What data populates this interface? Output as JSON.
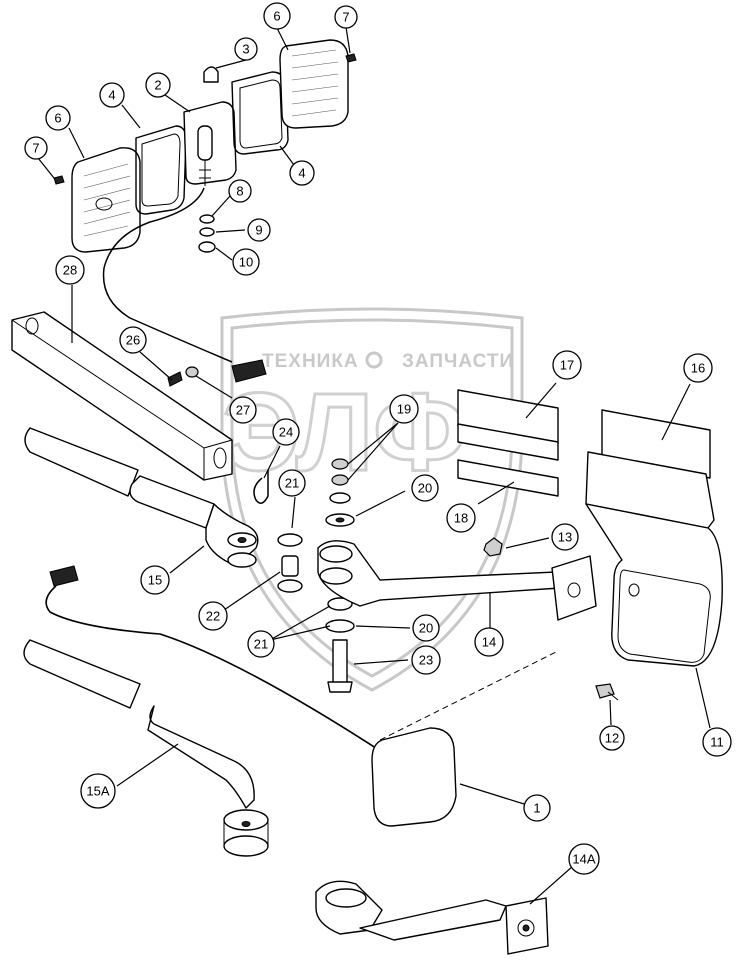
{
  "watermark": {
    "left_word": "ТЕХНИКА",
    "right_word": "ЗАПЧАСТИ"
  },
  "callouts": [
    {
      "id": "c6a",
      "label": "6"
    },
    {
      "id": "c7a",
      "label": "7"
    },
    {
      "id": "c3",
      "label": "3"
    },
    {
      "id": "c2",
      "label": "2"
    },
    {
      "id": "c4a",
      "label": "4"
    },
    {
      "id": "c6b",
      "label": "6"
    },
    {
      "id": "c7b",
      "label": "7"
    },
    {
      "id": "c4b",
      "label": "4"
    },
    {
      "id": "c8",
      "label": "8"
    },
    {
      "id": "c9",
      "label": "9"
    },
    {
      "id": "c10",
      "label": "10"
    },
    {
      "id": "c28",
      "label": "28"
    },
    {
      "id": "c26",
      "label": "26"
    },
    {
      "id": "c27",
      "label": "27"
    },
    {
      "id": "c24",
      "label": "24"
    },
    {
      "id": "c19",
      "label": "19"
    },
    {
      "id": "c17",
      "label": "17"
    },
    {
      "id": "c16",
      "label": "16"
    },
    {
      "id": "c21a",
      "label": "21"
    },
    {
      "id": "c20a",
      "label": "20"
    },
    {
      "id": "c18",
      "label": "18"
    },
    {
      "id": "c13",
      "label": "13"
    },
    {
      "id": "c15",
      "label": "15"
    },
    {
      "id": "c22",
      "label": "22"
    },
    {
      "id": "c21b",
      "label": "21"
    },
    {
      "id": "c20b",
      "label": "20"
    },
    {
      "id": "c14",
      "label": "14"
    },
    {
      "id": "c23",
      "label": "23"
    },
    {
      "id": "c12",
      "label": "12"
    },
    {
      "id": "c11",
      "label": "11"
    },
    {
      "id": "c15A",
      "label": "15A"
    },
    {
      "id": "c1",
      "label": "1"
    },
    {
      "id": "c14A",
      "label": "14A"
    }
  ]
}
